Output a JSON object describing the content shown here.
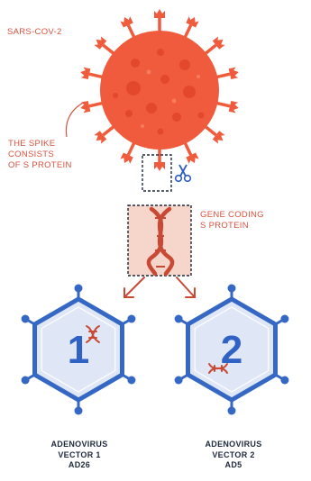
{
  "virus": {
    "label": "SARS-COV-2",
    "color": "#ef5b3c",
    "spike_label": [
      "THE SPIKE",
      "CONSISTS",
      "OF S PROTEIN"
    ]
  },
  "gene": {
    "label": [
      "GENE CODING",
      "S PROTEIN"
    ],
    "color": "#c94a34",
    "box_fill": "#f6d5cb",
    "icon": "scissors-icon"
  },
  "vectors": [
    {
      "number": "1",
      "label": [
        "ADENOVIRUS",
        "VECTOR 1",
        "AD26"
      ]
    },
    {
      "number": "2",
      "label": [
        "ADENOVIRUS",
        "VECTOR 2",
        "AD5"
      ]
    }
  ],
  "colors": {
    "hex_fill": "#dfe7f6",
    "hex_stroke": "#3567c4",
    "number": "#2f62c4",
    "text_red": "#d9523f",
    "text_dark": "#1e2a3c"
  }
}
